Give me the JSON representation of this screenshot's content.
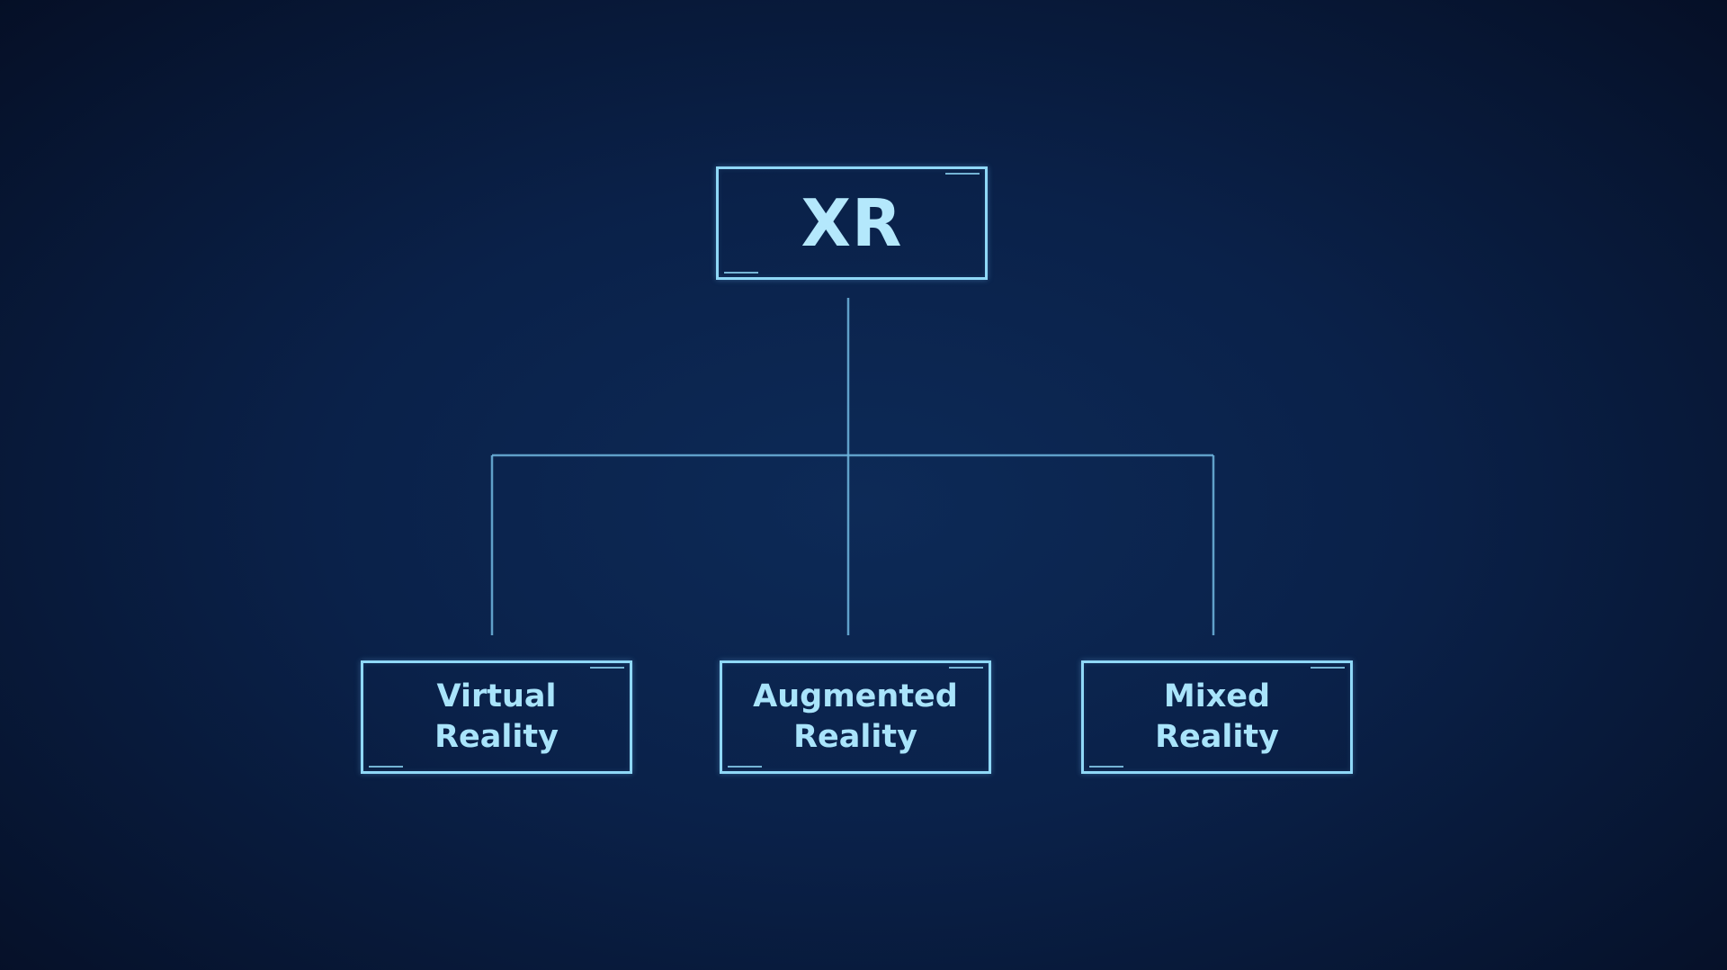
{
  "diagram": {
    "type": "tree",
    "root": {
      "label": "XR"
    },
    "children": [
      {
        "line1": "Virtual",
        "line2": "Reality"
      },
      {
        "line1": "Augmented",
        "line2": "Reality"
      },
      {
        "line1": "Mixed",
        "line2": "Reality"
      }
    ],
    "colors": {
      "background": "#0a2149",
      "box_border": "#8fd8f7",
      "text": "#a9e4fb",
      "connector": "#6fb6df"
    }
  }
}
